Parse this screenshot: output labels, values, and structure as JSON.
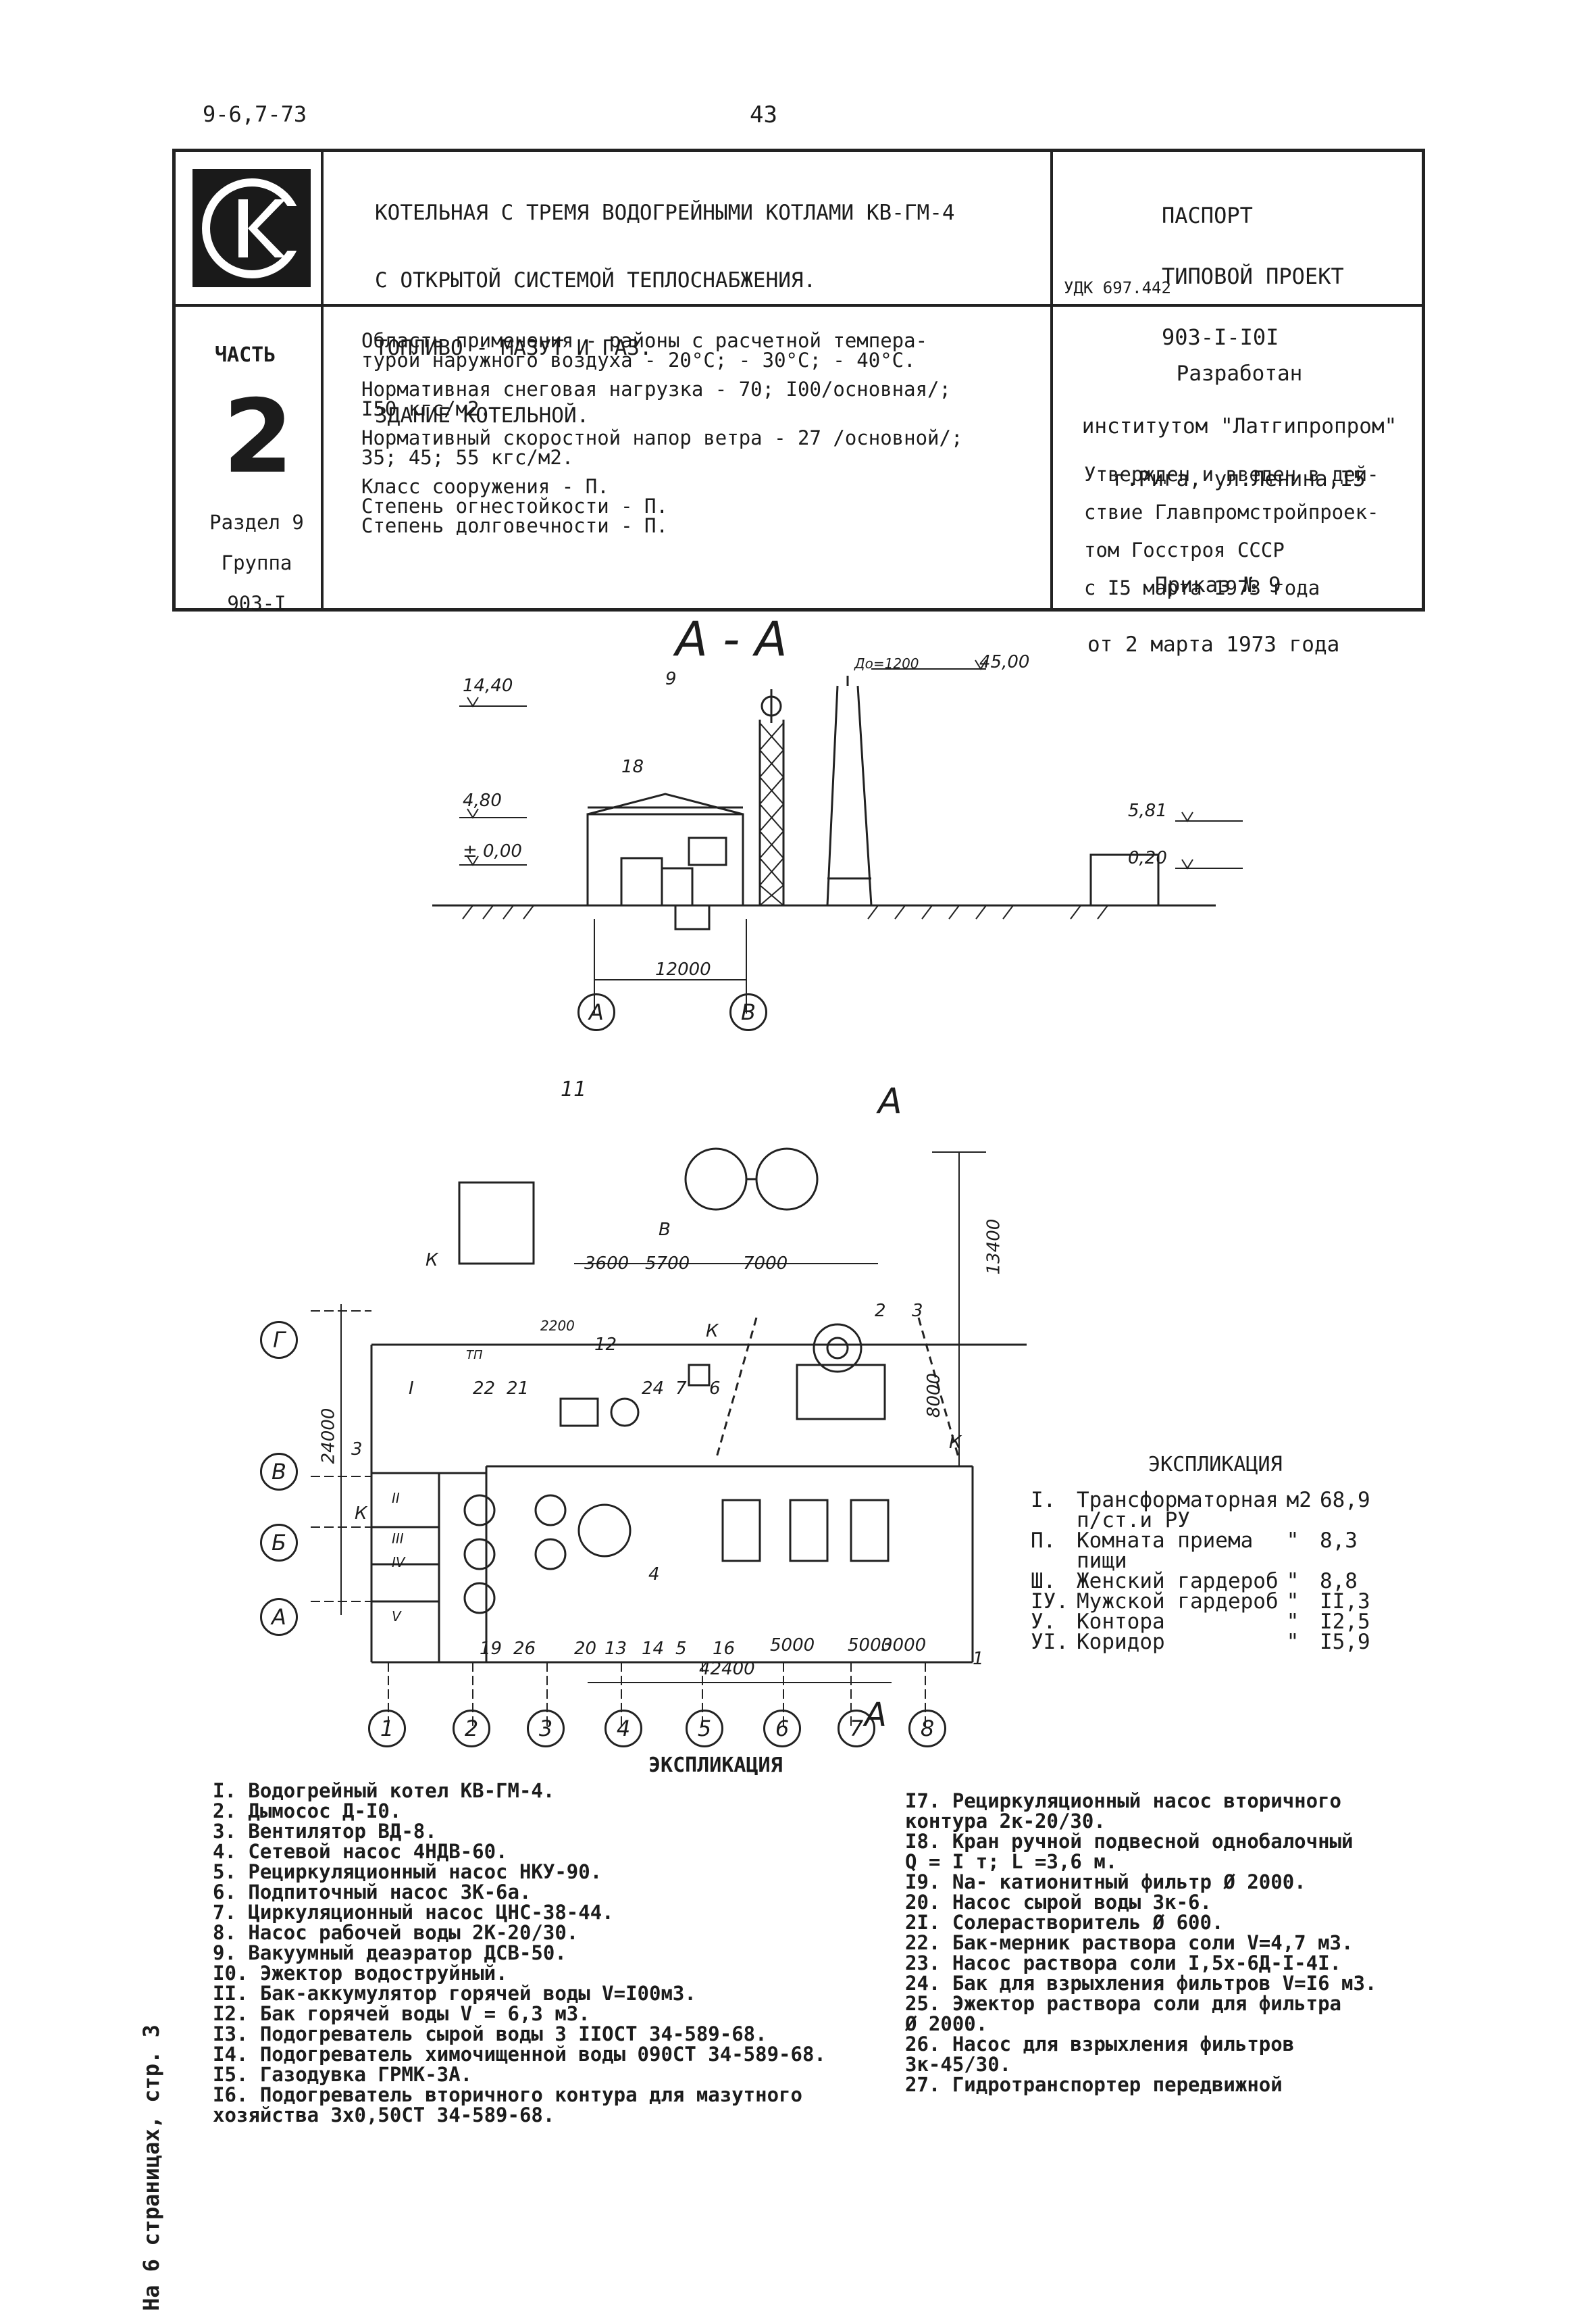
{
  "header": {
    "code": "9-6,7-73",
    "page": "43"
  },
  "title_block": {
    "lines": [
      "КОТЕЛЬНАЯ С ТРЕМЯ ВОДОГРЕЙНЫМИ КОТЛАМИ КВ-ГМ-4",
      "С ОТКРЫТОЙ СИСТЕМОЙ ТЕПЛОСНАБЖЕНИЯ.",
      "ТОПЛИВО - МАЗУТ И ГАЗ.",
      "ЗДАНИЕ КОТЕЛЬНОЙ."
    ],
    "passport": [
      "ПАСПОРТ",
      "ТИПОВОЙ ПРОЕКТ",
      "903-I-I0I"
    ],
    "udk": "УДК 697.442",
    "chast_label": "ЧАСТЬ",
    "part_number": "2",
    "razdel": [
      "Раздел 9",
      "Группа",
      "903-I"
    ],
    "params": [
      "Область применения - районы с расчетной темпера-\nтурой наружного воздуха - 20°С; - 30°С; - 40°С.",
      "Нормативная снеговая нагрузка - 70; I00/основная/;\nI50 кгс/м2.",
      "Нормативный скоростной напор ветра - 27 /основной/;\n35; 45; 55 кгс/м2.",
      "Класс сооружения - П.\nСтепень огнестойкости - П.\nСтепень долговечности - П."
    ],
    "developed": [
      "Разработан",
      "институтом \"Латгипропром\"",
      "г.Рига, ул.Ленина,I5"
    ],
    "approved": [
      "Утвержден и введен в дей-",
      "ствие Главпромстройпроек-",
      "том Госстроя СССР",
      "с  I5 марта        1973 года"
    ],
    "order": [
      "Приказ № 9",
      "от      2 марта      1973 года"
    ]
  },
  "section_drawing": {
    "title": "А - А",
    "marks": {
      "m1440": "14,40",
      "m480": "4,80",
      "m000": "± 0,00",
      "m4500": "45,00",
      "m581": "5,81",
      "m020": "0,20",
      "d1200": "Дo=1200",
      "dim12000": "12000",
      "n9": "9",
      "n18": "18"
    },
    "axes": [
      "А",
      "В"
    ]
  },
  "plan_drawing": {
    "section_mark": "А",
    "labels": {
      "n11": "11",
      "K1": "К",
      "B1": "В",
      "d3600": "3600",
      "d5700": "5700",
      "d7000": "7000",
      "d13400": "13400",
      "d8000": "8000",
      "d24000": "24000",
      "d2200": "2200",
      "d3": "3",
      "K2": "К",
      "K3": "К",
      "K4": "К",
      "d5000a": "5000",
      "d5000b": "5000",
      "d3000": "3000",
      "d42400": "42400",
      "rI": "I",
      "rII": "II",
      "rIII": "III",
      "rIV": "IV",
      "rV": "V",
      "tp": "ТП"
    },
    "numbers_top": [
      "22",
      "21",
      "12",
      "24",
      "7",
      "6",
      "2",
      "3"
    ],
    "numbers_bottom": [
      "19",
      "26",
      "20",
      "13",
      "14",
      "5",
      "16",
      "1",
      "4"
    ],
    "axes_letters": [
      "Г",
      "В",
      "Б",
      "А"
    ],
    "axes_numbers": [
      "1",
      "2",
      "3",
      "4",
      "5",
      "6",
      "7",
      "8"
    ],
    "bottom_a": "А"
  },
  "rooms": {
    "title": "ЭКСПЛИКАЦИЯ",
    "rows": [
      {
        "num": "I.",
        "name": "Трансформаторная\nп/ст.и РУ",
        "unit": "м2",
        "area": "68,9"
      },
      {
        "num": "П.",
        "name": "Комната приема\nпищи",
        "unit": "\"",
        "area": "8,3"
      },
      {
        "num": "Ш.",
        "name": "Женский гардероб",
        "unit": "\"",
        "area": "8,8"
      },
      {
        "num": "IУ.",
        "name": "Мужской гардероб",
        "unit": "\"",
        "area": "II,3"
      },
      {
        "num": "У.",
        "name": "Контора",
        "unit": "\"",
        "area": "I2,5"
      },
      {
        "num": "УI.",
        "name": "Коридор",
        "unit": "\"",
        "area": "I5,9"
      }
    ]
  },
  "equipment": {
    "title": "ЭКСПЛИКАЦИЯ",
    "left": [
      "I.  Водогрейный котел КВ-ГМ-4.",
      "2.  Дымосос Д-I0.",
      "3.  Вентилятор ВД-8.",
      "4.  Сетевой насос 4НДВ-60.",
      "5.  Рециркуляционный насос НКУ-90.",
      "6.  Подпиточный насос ЗК-6а.",
      "7.  Циркуляционный насос ЦНС-38-44.",
      "8.  Насос рабочей воды 2К-20/30.",
      "9.  Вакуумный деаэратор ДСВ-50.",
      "I0. Эжектор водоструйный.",
      "II. Бак-аккумулятор горячей воды V=I00м3.",
      "I2. Бак горячей воды V = 6,3 м3.",
      "I3. Подогреватель сырой воды 3 IIОСТ 34-589-68.",
      "I4. Подогреватель химочищенной воды 090СТ 34-589-68.",
      "I5. Газодувка ГРМК-3А.",
      "I6. Подогреватель вторичного контура для мазутного\n    хозяйства 3х0,50СТ 34-589-68."
    ],
    "right": [
      "I7. Рециркуляционный насос вторичного\n    контура 2к-20/30.",
      "I8. Кран ручной подвесной однобалочный\n    Q = I т;   L =3,6 м.",
      "I9. Na- катионитный фильтр Ø 2000.",
      "20. Насос сырой воды 3к-6.",
      "2I. Солерастворитель Ø 600.",
      "22. Бак-мерник раствора соли V=4,7 м3.",
      "23. Насос раствора соли I,5х-6Д-I-4I.",
      "24. Бак для взрыхления фильтров V=I6 м3.",
      "25. Эжектор раствора соли для фильтра\n    Ø 2000.",
      "26. Насос для взрыхления фильтров\n    3к-45/30.",
      "27. Гидротранспортер передвижной"
    ]
  },
  "side_note": "На 6 страницах, стр. 3"
}
